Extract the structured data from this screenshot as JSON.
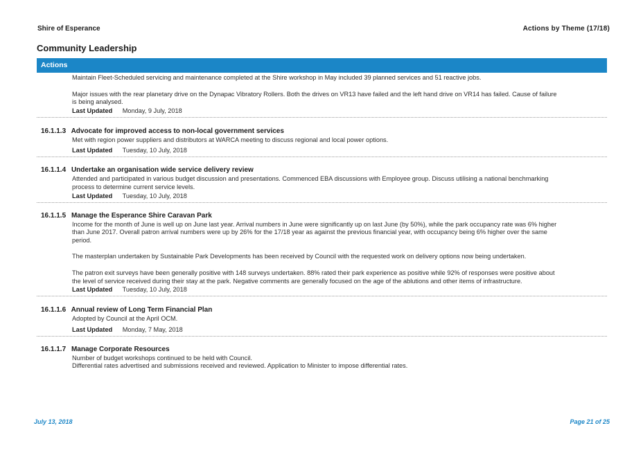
{
  "header": {
    "org": "Shire of Esperance",
    "report": "Actions by Theme  (17/18)"
  },
  "theme_title": "Community Leadership",
  "actions_bar": "Actions",
  "last_updated_label": "Last Updated",
  "continued": {
    "paragraphs": [
      "Maintain Fleet-Scheduled servicing and maintenance completed at the Shire workshop in May included 39 planned services and 51 reactive jobs.",
      "Major issues with the rear planetary drive on the Dynapac Vibratory Rollers.  Both the drives on VR13 have failed and the left hand drive on VR14 has failed. Cause of failure is being analysed."
    ],
    "last_updated": "Monday, 9 July, 2018"
  },
  "actions": [
    {
      "number": "16.1.1.3",
      "title": "Advocate for improved access to non-local government services",
      "paragraphs": [
        "Met with region power suppliers and distributors at WARCA meeting to discuss regional and local power options."
      ],
      "last_updated": "Tuesday, 10 July, 2018"
    },
    {
      "number": "16.1.1.4",
      "title": "Undertake an organisation wide service delivery review",
      "paragraphs": [
        "Attended and participated in various budget discussion and presentations.  Commenced EBA discussions with Employee group. Discuss utilising a national benchmarking process to determine current service levels."
      ],
      "last_updated": "Tuesday, 10 July, 2018"
    },
    {
      "number": "16.1.1.5",
      "title": "Manage the Esperance Shire Caravan Park",
      "paragraphs": [
        "Income for the month of June is well up on June last year. Arrival numbers in June were significantly up on last June (by 50%), while the park occupancy rate was 6% higher than June 2017. Overall patron arrival numbers were up by 26% for the 17/18 year as against the previous financial year, with occupancy being 6% higher over the same period.",
        "The masterplan undertaken by Sustainable Park Developments has been received by Council with the requested work on delivery options now being undertaken.",
        "The patron exit surveys have been generally positive with 148 surveys undertaken. 88% rated their park experience as positive while 92% of responses were positive about the level of service received during their stay at the park. Negative comments are generally focused on the age of the ablutions and other items of infrastructure."
      ],
      "last_updated": "Tuesday, 10 July, 2018"
    },
    {
      "number": "16.1.1.6",
      "title": "Annual review of Long Term Financial Plan",
      "paragraphs": [
        "Adopted by Council at the April OCM."
      ],
      "last_updated": "Monday, 7 May, 2018"
    },
    {
      "number": "16.1.1.7",
      "title": "Manage Corporate Resources",
      "paragraphs": [
        "Number of budget workshops continued to be held with Council.",
        "Differential rates advertised and submissions received and reviewed.  Application to Minister to impose differential rates."
      ],
      "last_updated": ""
    }
  ],
  "footer": {
    "date": "July 13, 2018",
    "page": "Page 21 of 25"
  }
}
